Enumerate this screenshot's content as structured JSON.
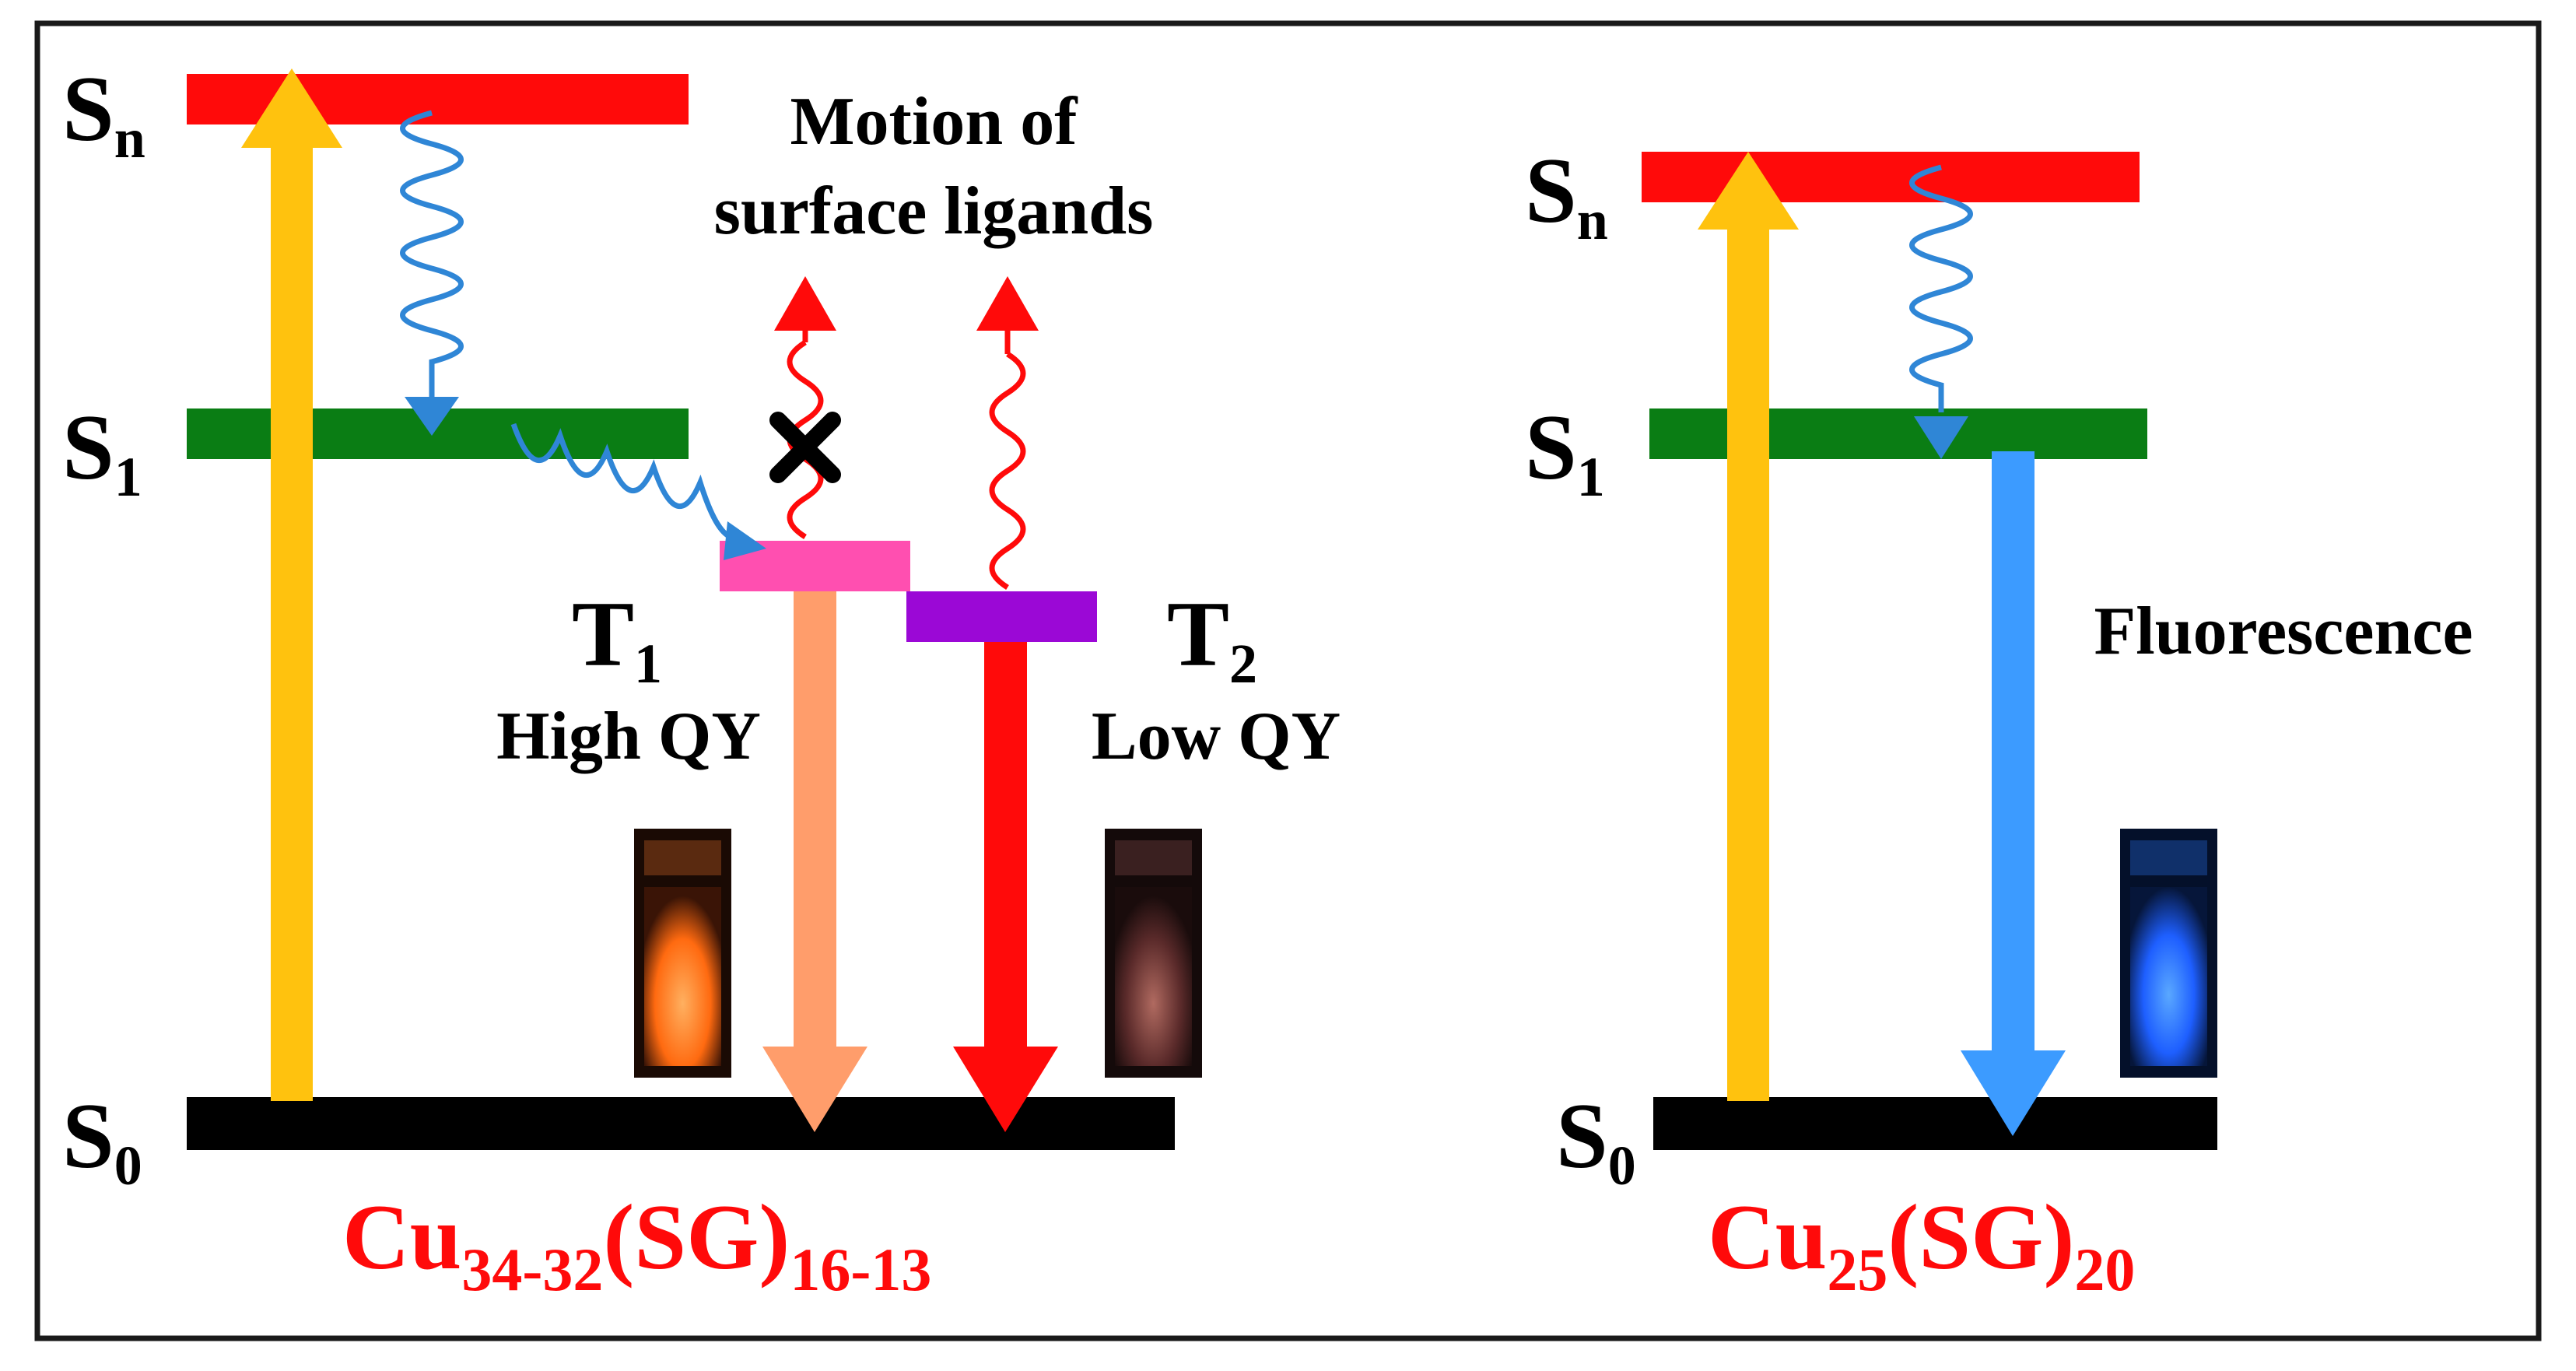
{
  "colors": {
    "frame": "#1a1a1a",
    "excitation": "#ffc20e",
    "sn_level": "#ff0a0a",
    "s1_level": "#0a7d14",
    "s0_level": "#000000",
    "t1_level": "#ff4fb0",
    "t2_level": "#9b08d6",
    "relaxation_wave": "#2f86d6",
    "ligand_wave": "#ff0a0a",
    "t1_emission": "#ff9d6b",
    "t2_emission": "#ff0a0a",
    "fluorescence": "#3c9bff",
    "cluster_label": "#ff0a0a",
    "blocked_mark": "#000000"
  },
  "left_panel": {
    "levels": {
      "sn": {
        "main": "S",
        "sub": "n"
      },
      "s1": {
        "main": "S",
        "sub": "1"
      },
      "s0": {
        "main": "S",
        "sub": "0"
      },
      "t1": {
        "main": "T",
        "sub": "1"
      },
      "t2": {
        "main": "T",
        "sub": "2"
      }
    },
    "motion_label": [
      "Motion of",
      "surface ligands"
    ],
    "t1_qy": "High QY",
    "t2_qy": "Low QY",
    "cluster": {
      "base": "Cu",
      "sub1": "34-32",
      "mid": "(SG)",
      "sub2": "16-13"
    },
    "vials": [
      {
        "name": "orange-emission-vial",
        "color": "#ff7a1a"
      },
      {
        "name": "dim-red-emission-vial",
        "color": "#7a3030"
      }
    ]
  },
  "right_panel": {
    "levels": {
      "sn": {
        "main": "S",
        "sub": "n"
      },
      "s1": {
        "main": "S",
        "sub": "1"
      },
      "s0": {
        "main": "S",
        "sub": "0"
      }
    },
    "emission_label": "Fluorescence",
    "cluster": {
      "base": "Cu",
      "sub1": "25",
      "mid": "(SG)",
      "sub2": "20"
    },
    "vials": [
      {
        "name": "blue-emission-vial",
        "color": "#1e6cff"
      }
    ]
  }
}
